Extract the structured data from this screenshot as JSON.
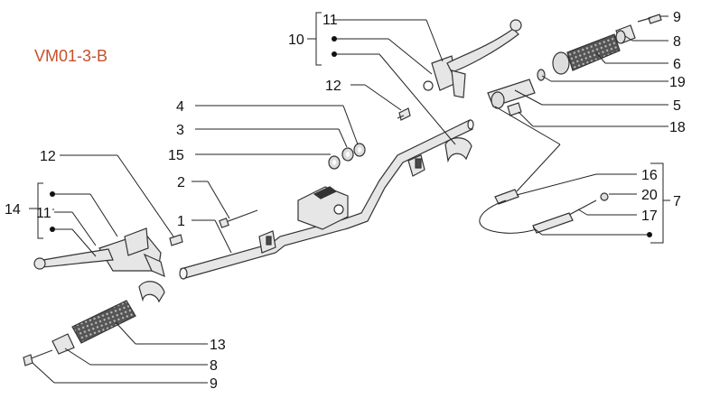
{
  "diagram": {
    "code": "VM01-3-B",
    "callouts": {
      "c1": "1",
      "c2": "2",
      "c3": "3",
      "c4": "4",
      "c5": "5",
      "c6": "6",
      "c7": "7",
      "c8_top": "8",
      "c8_bottom": "8",
      "c9_top": "9",
      "c9_bottom": "9",
      "c10": "10",
      "c11_top": "11",
      "c11_left": "11",
      "c12_top": "12",
      "c12_left": "12",
      "c13": "13",
      "c14": "14",
      "c15": "15",
      "c16": "16",
      "c17": "17",
      "c18": "18",
      "c19": "19",
      "c20": "20"
    }
  }
}
